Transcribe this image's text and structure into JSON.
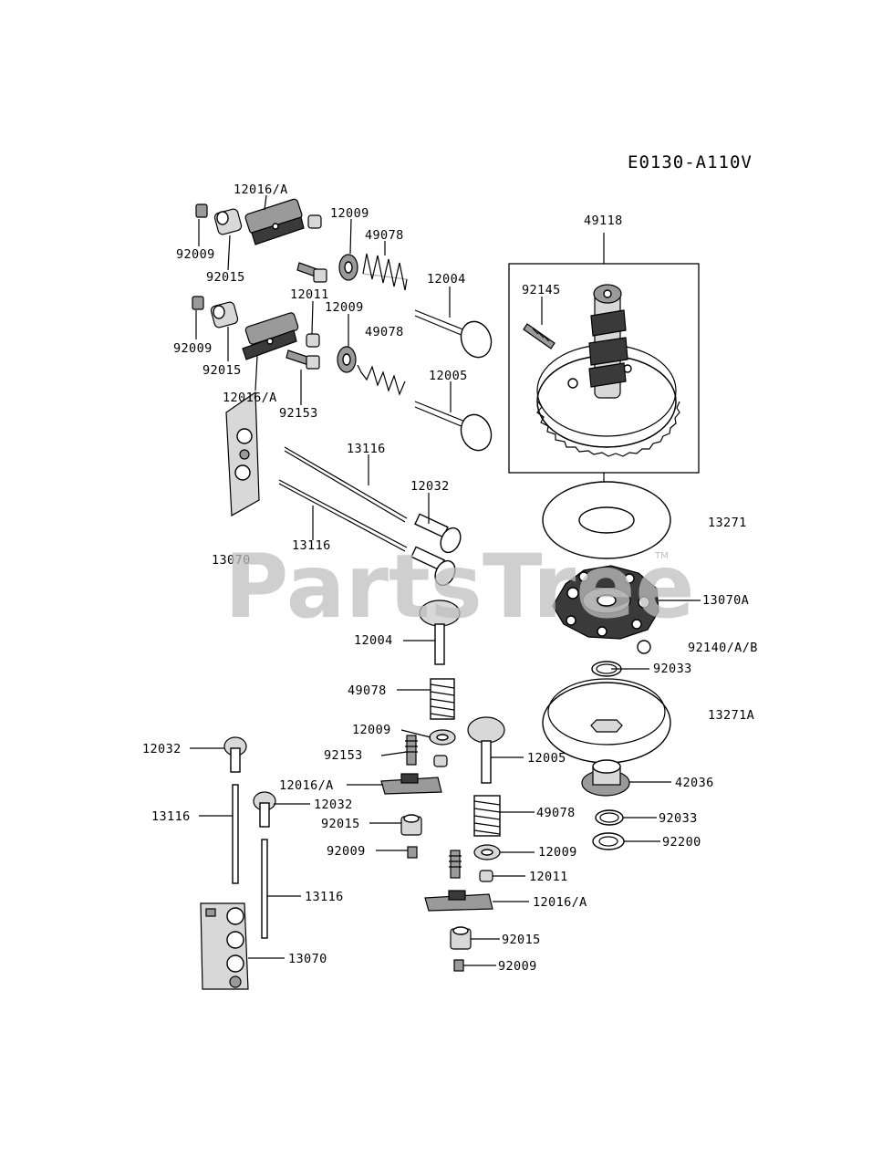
{
  "diagram_code": "E0130-A110V",
  "watermark": "PartsTree",
  "watermark_mark": "TM",
  "labels": {
    "p12016a_1": "12016/A",
    "p12009_1": "12009",
    "p49078_1": "49078",
    "p92009_1": "92009",
    "p92015_1": "92015",
    "p12004_1": "12004",
    "p12011_1": "12011",
    "p12009_2": "12009",
    "p49078_2": "49078",
    "p92009_2": "92009",
    "p92015_2": "92015",
    "p12016a_2": "12016/A",
    "p92153_1": "92153",
    "p12005_1": "12005",
    "p13116_1": "13116",
    "p12032_1": "12032",
    "p13116_2": "13116",
    "p13070_1": "13070",
    "p49118": "49118",
    "p92145": "92145",
    "p13271": "13271",
    "p13070a": "13070A",
    "p92140": "92140/A/B",
    "p92033_1": "92033",
    "p13271a": "13271A",
    "p12004_2": "12004",
    "p49078_3": "49078",
    "p12009_3": "12009",
    "p92153_2": "92153",
    "p12005_2": "12005",
    "p12016a_3": "12016/A",
    "p92015_3": "92015",
    "p92009_3": "92009",
    "p12032_2": "12032",
    "p12032_3": "12032",
    "p13116_3": "13116",
    "p13116_4": "13116",
    "p13070_2": "13070",
    "p49078_4": "49078",
    "p12009_4": "12009",
    "p12011_2": "12011",
    "p12016a_4": "12016/A",
    "p92015_4": "92015",
    "p92009_4": "92009",
    "p42036": "42036",
    "p92033_2": "92033",
    "p92200": "92200"
  }
}
